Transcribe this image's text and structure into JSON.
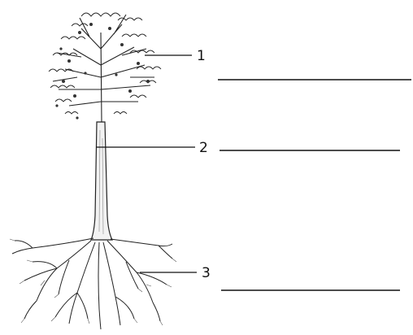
{
  "diagram": {
    "labels": [
      {
        "id": "1",
        "text": "1"
      },
      {
        "id": "2",
        "text": "2"
      },
      {
        "id": "3",
        "text": "3"
      }
    ],
    "answer_blanks": 3
  }
}
